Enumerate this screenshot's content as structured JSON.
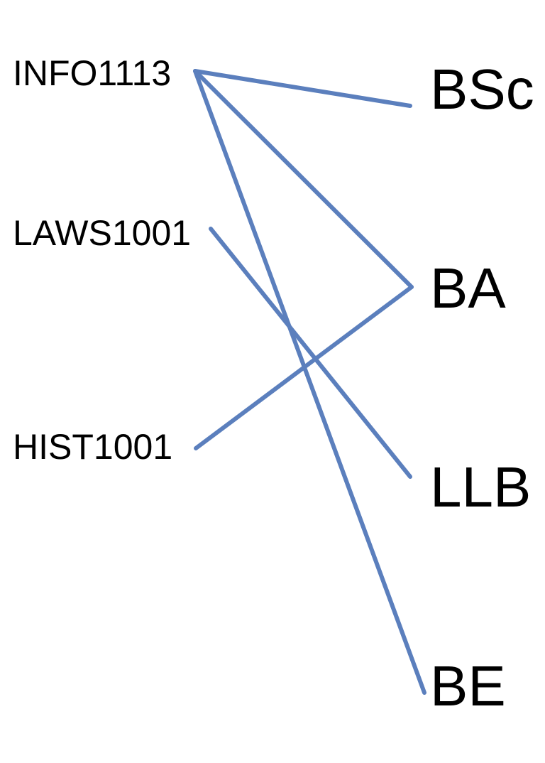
{
  "courses": [
    {
      "id": "info1113",
      "label": "INFO1113"
    },
    {
      "id": "laws1001",
      "label": "LAWS1001"
    },
    {
      "id": "hist1001",
      "label": "HIST1001"
    }
  ],
  "degrees": [
    {
      "id": "bsc",
      "label": "BSc"
    },
    {
      "id": "ba",
      "label": "BA"
    },
    {
      "id": "llb",
      "label": "LLB"
    },
    {
      "id": "be",
      "label": "BE"
    }
  ],
  "links": [
    {
      "from": "INFO1113",
      "to": "BSc"
    },
    {
      "from": "INFO1113",
      "to": "BA"
    },
    {
      "from": "INFO1113",
      "to": "BE"
    },
    {
      "from": "LAWS1001",
      "to": "LLB"
    },
    {
      "from": "HIST1001",
      "to": "BA"
    }
  ],
  "colors": {
    "link": "#5b7fbd",
    "text": "#000000",
    "background": "#ffffff"
  }
}
